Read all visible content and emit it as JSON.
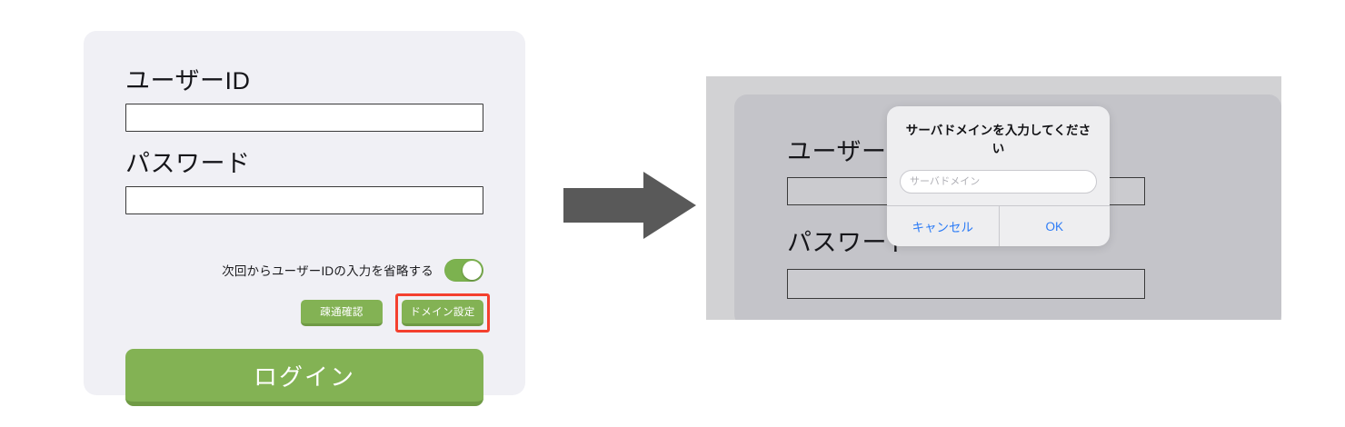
{
  "login_card": {
    "userid": {
      "label": "ユーザーID",
      "value": "",
      "placeholder": ""
    },
    "password": {
      "label": "パスワード",
      "value": "",
      "placeholder": ""
    },
    "remember": {
      "label": "次回からユーザーIDの入力を省略する",
      "state": "on"
    },
    "buttons": {
      "connectivity_check": "疎通確認",
      "domain_settings": "ドメイン設定",
      "login": "ログイン"
    },
    "highlight_color": "#f4402e",
    "accent_color": "#83b254",
    "card_background": "#f0f0f5"
  },
  "flow": {
    "arrow": "right-arrow",
    "arrow_color": "#595959"
  },
  "result_panel": {
    "background": "#d2d2d4",
    "dimmed_card_background": "#c4c4c9",
    "userid_label": "ユーザー",
    "password_label": "パスワード",
    "alert": {
      "title": "サーバドメインを入力してください",
      "input_value": "",
      "input_placeholder": "サーバドメイン",
      "cancel_label": "キャンセル",
      "ok_label": "OK",
      "button_color": "#2b7bf6",
      "background": "#eeeef0"
    }
  }
}
